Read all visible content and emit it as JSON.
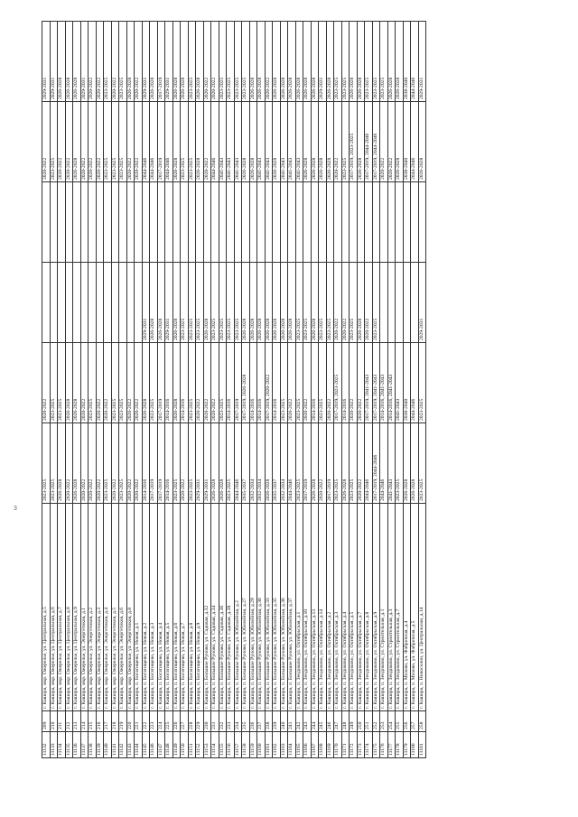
{
  "page_mark": "3",
  "rows": [
    [
      "11132",
      "209",
      "г. Кашира, мкр. Ожерелье, ул. Центральная, д.5",
      "2023-2025",
      "2020-2022",
      "",
      "",
      "2020-2022",
      "2029-2031"
    ],
    [
      "11133",
      "210",
      "г. Кашира, мкр. Ожерелье, ул. Центральная, д.6",
      "2023-2025",
      "2023-2025",
      "",
      "",
      "2023-2025",
      "2029-2031"
    ],
    [
      "11134",
      "211",
      "г. Кашира, мкр. Ожерелье, ул. Центральная, д.7",
      "2026-2028",
      "2023-2025",
      "",
      "",
      "2020-2022",
      "2026-2028"
    ],
    [
      "11135",
      "212",
      "г. Кашира, мкр. Ожерелье, ул. Центральная, д.8",
      "2020-2022",
      "2026-2028",
      "",
      "",
      "2020-2022",
      "2026-2028"
    ],
    [
      "11136",
      "213",
      "г. Кашира, мкр. Ожерелье, ул. Центральная, д.9",
      "2026-2028",
      "2026-2028",
      "",
      "",
      "2026-2028",
      "2026-2028"
    ],
    [
      "11137",
      "214",
      "г. Кашира, мкр. Ожерелье, ул. Энергетиков, д.1",
      "2020-2022",
      "2020-2022",
      "",
      "",
      "2020-2022",
      "2029-2031"
    ],
    [
      "11138",
      "215",
      "г. Кашира, мкр. Ожерелье, ул. Энергетиков, д.2",
      "2020-2022",
      "2023-2025",
      "",
      "",
      "2020-2022",
      "2020-2022"
    ],
    [
      "11139",
      "216",
      "г. Кашира, мкр. Ожерелье, ул. Энергетиков, д.3",
      "2020-2022",
      "2020-2022",
      "",
      "",
      "2020-2022",
      "2020-2022"
    ],
    [
      "11140",
      "217",
      "г. Кашира, мкр. Ожерелье, ул. Энергетиков, д.4",
      "2023-2025",
      "2020-2022",
      "",
      "",
      "2023-2025",
      "2023-2025"
    ],
    [
      "11141",
      "218",
      "г. Кашира, мкр. Ожерелье, ул. Энергетиков, д.5",
      "2020-2022",
      "2023-2025",
      "",
      "",
      "2023-2025",
      "2020-2022"
    ],
    [
      "11142",
      "219",
      "г. Кашира, мкр. Ожерелье, ул. Энергетиков, д.6",
      "2023-2025",
      "2023-2025",
      "",
      "",
      "2023-2025",
      "2023-2025"
    ],
    [
      "11143",
      "220",
      "г. Кашира, мкр. Ожерелье, ул. Энергетиков, д.8",
      "2020-2022",
      "2020-2022",
      "",
      "",
      "2020-2022",
      "2026-2028"
    ],
    [
      "11144",
      "221",
      "г. Кашира, п. Богатищево, ул. Новая, д.1",
      "2020-2022",
      "2020-2022",
      "",
      "",
      "2020-2022",
      "2020-2022"
    ],
    [
      "11145",
      "222",
      "г. Кашира, п. Богатищево, ул. Новая, д.2",
      "2014-2016",
      "2026-2028",
      "2029-2031",
      "",
      "2044-2046",
      "2029-2031"
    ],
    [
      "11146",
      "223",
      "г. Кашира, п. Богатищево, ул. Новая, д.3",
      "2017-2019",
      "2023-2025",
      "2026-2028",
      "",
      "2044-2046",
      "2026-2028"
    ],
    [
      "11147",
      "224",
      "г. Кашира, п. Богатищево, ул. Новая, д.4",
      "2017-2019",
      "2017-2019",
      "2026-2028",
      "",
      "2017-2019",
      "2017-2019"
    ],
    [
      "11148",
      "225",
      "г. Кашира, п. Богатищево, ул. Новая, д.5",
      "2014-2016",
      "2014-2016",
      "2029-2031",
      "",
      "2044-2046",
      "2029-2031"
    ],
    [
      "11149",
      "226",
      "г. Кашира, п. Богатищево, ул. Новая, д.6",
      "2023-2025",
      "2026-2028",
      "2026-2028",
      "",
      "2026-2028",
      "2026-2028"
    ],
    [
      "11150",
      "227",
      "г. Кашира, п. Богатищево, ул. Новая, д.7",
      "2020-2022",
      "2014-2016",
      "2023-2025",
      "",
      "2023-2025",
      "2026-2028"
    ],
    [
      "11151",
      "228",
      "г. Кашира, п. Богатищево, ул. Новая, д.8",
      "2023-2025",
      "2023-2025",
      "2023-2025",
      "",
      "2023-2025",
      "2023-2025"
    ],
    [
      "11152",
      "229",
      "г. Кашира, п. Богатищево, ул. Новая, д.9",
      "2029-2031",
      "2020-2022",
      "2023-2025",
      "",
      "2026-2028",
      "2026-2028"
    ],
    [
      "11153",
      "230",
      "г. Кашира, п. Большое Руново, ул. Садовая, д.32",
      "2029-2031",
      "2020-2022",
      "2026-2028",
      "",
      "2020-2022",
      "2020-2022"
    ],
    [
      "11154",
      "231",
      "г. Кашира, п. Большое Руново, ул. Садовая, д.34",
      "2026-2028",
      "2020-2022",
      "2023-2025",
      "",
      "2044-2046",
      "2020-2022"
    ],
    [
      "11155",
      "232",
      "г. Кашира, п. Большое Руново, ул. Садовая, д.36",
      "2026-2028",
      "2023-2025",
      "2023-2025",
      "",
      "2041-2043",
      "2023-2025"
    ],
    [
      "11156",
      "233",
      "г. Кашира, п. Большое Руново, ул. Садовая, д.38",
      "2023-2025",
      "2014-2016",
      "2023-2025",
      "",
      "2041-2043",
      "2023-2025"
    ],
    [
      "11157",
      "234",
      "г. Кашира, п. Большое Руново, ул. Юбилейная, д.2",
      "2044-2046",
      "2017-2019",
      "2023-2025",
      "",
      "2041-2043",
      "2023-2025"
    ],
    [
      "11158",
      "235",
      "г. Кашира, п. Большое Руново, ул. Юбилейная, д.27",
      "2035-2037",
      "2017-2019, 2026-2028",
      "2026-2028",
      "",
      "2026-2028",
      "2023-2025"
    ],
    [
      "11159",
      "236",
      "г. Кашира, п. Большое Руново, ул. Юбилейная, д.29",
      "2032-2034",
      "2014-2016",
      "2026-2028",
      "",
      "2026-2028",
      "2026-2028"
    ],
    [
      "11160",
      "237",
      "г. Кашира, п. Большое Руново, ул. Юбилейная, д.30",
      "2032-2034",
      "2014-2016",
      "2026-2028",
      "",
      "2041-2043",
      "2026-2028"
    ],
    [
      "11161",
      "238",
      "г. Кашира, п. Большое Руново, ул. Юбилейная, д.33",
      "2026-2028",
      "2017-2019, 2020-2022",
      "2026-2028",
      "",
      "2041-2043",
      "2020-2022"
    ],
    [
      "11162",
      "239",
      "г. Кашира, п. Большое Руново, ул. Юбилейная, д.35",
      "2035-2037",
      "2014-2016",
      "2026-2028",
      "",
      "2026-2028",
      "2026-2028"
    ],
    [
      "11163",
      "240",
      "г. Кашира, п. Большое Руново, ул. Юбилейная, д.36",
      "2032-2034",
      "2023-2025",
      "2026-2028",
      "",
      "2041-2043",
      "2026-2028"
    ],
    [
      "11164",
      "241",
      "г. Кашира, п. Большое Руново, ул. Юбилейная, д.37",
      "2044-2046",
      "2020-2022",
      "2026-2028",
      "",
      "2041-2043",
      "2026-2028"
    ],
    [
      "11165",
      "242",
      "г. Кашира, п. Зендиково, ул. Октябрьская, д.1",
      "2023-2025",
      "2023-2025",
      "2023-2025",
      "",
      "2041-2043",
      "2026-2028"
    ],
    [
      "11166",
      "243",
      "г. Кашира, п. Зендиково, ул. Октябрьская, д.10",
      "2017-2019",
      "2020-2022",
      "2023-2025",
      "",
      "2026-2028",
      "2026-2028"
    ],
    [
      "11167",
      "244",
      "г. Кашира, п. Зендиково, ул. Октябрьская, д.13",
      "2026-2028",
      "2014-2016",
      "2026-2028",
      "",
      "2026-2028",
      "2026-2028"
    ],
    [
      "11168",
      "245",
      "г. Кашира, п. Зендиково, ул. Октябрьская, д.14",
      "2020-2022",
      "2023-2025",
      "2023-2025",
      "",
      "2026-2028",
      "2029-2031"
    ],
    [
      "11169",
      "246",
      "г. Кашира, п. Зендиково, ул. Октябрьская, д.2",
      "2017-2019",
      "2020-2022",
      "2023-2025",
      "",
      "2026-2028",
      "2026-2028"
    ],
    [
      "11170",
      "247",
      "г. Кашира, п. Зендиково, ул. Октябрьская, д.3",
      "2023-2025",
      "2017-2019, 2023-2025",
      "2020-2022",
      "",
      "2020-2022",
      "2023-2025"
    ],
    [
      "11171",
      "248",
      "г. Кашира, п. Зендиково, ул. Октябрьская, д.4",
      "2026-2028",
      "2014-2016",
      "2020-2022",
      "",
      "2023-2025",
      "2023-2025"
    ],
    [
      "11172",
      "249",
      "г. Кашира, п. Зендиково, ул. Октябрьская, д.5",
      "2023-2025",
      "2020-2022",
      "2023-2025",
      "",
      "2017-2019, 2023-2025",
      "2026-2028"
    ],
    [
      "11173",
      "250",
      "г. Кашира, п. Зендиково, ул. Октябрьская, д.7",
      "2020-2022",
      "2020-2022",
      "2026-2028",
      "",
      "2026-2028",
      "2026-2028"
    ],
    [
      "11174",
      "251",
      "г. Кашира, п. Зендиково, ул. Октябрьская, д.8",
      "2044-2046",
      "2017-2019, 2041-2043",
      "2020-2022",
      "",
      "2017-2019, 2044-2046",
      "2023-2025"
    ],
    [
      "11175",
      "252",
      "г. Кашира, п. Зендиково, ул. Октябрьская, д.9",
      "2017-2019, 2044-2046",
      "2017-2019, 2041-2043",
      "2023-2025",
      "",
      "2017-2019, 2044-2046",
      "2023-2025"
    ],
    [
      "11176",
      "253",
      "г. Кашира, п. Зендиково, ул. Строительная, д.1",
      "2044-2046",
      "2014-2016, 2041-2043",
      "",
      "",
      "2020-2022",
      "2023-2025"
    ],
    [
      "11177",
      "254",
      "г. Кашира, п. Зендиково, ул. Строительная, д.3",
      "2041-2043",
      "2014-2016, 2041-2043",
      "",
      "",
      "2020-2022",
      "2026-2028"
    ],
    [
      "11178",
      "255",
      "г. Кашира, п. Зендиково, ул. Строительная, д.7",
      "2023-2025",
      "2041-2043",
      "",
      "",
      "2026-2028",
      "2026-2028"
    ],
    [
      "11179",
      "256",
      "г. Кашира, п. Мизово, ул. Фабричная, д.4",
      "2026-2028",
      "2038-2040",
      "",
      "",
      "2038-2040",
      "2038-2040"
    ],
    [
      "11180",
      "257",
      "г. Кашира, п. Мизово, ул. Фабричная, д.5",
      "2026-2028",
      "2044-2046",
      "",
      "",
      "2044-2046",
      "2044-2046"
    ],
    [
      "11181",
      "258",
      "г. Кашира, п. Новосолни, ул. Центральная, д.14",
      "2023-2025",
      "2023-2025",
      "2029-2031",
      "",
      "2026-2028",
      "2029-2031"
    ]
  ]
}
